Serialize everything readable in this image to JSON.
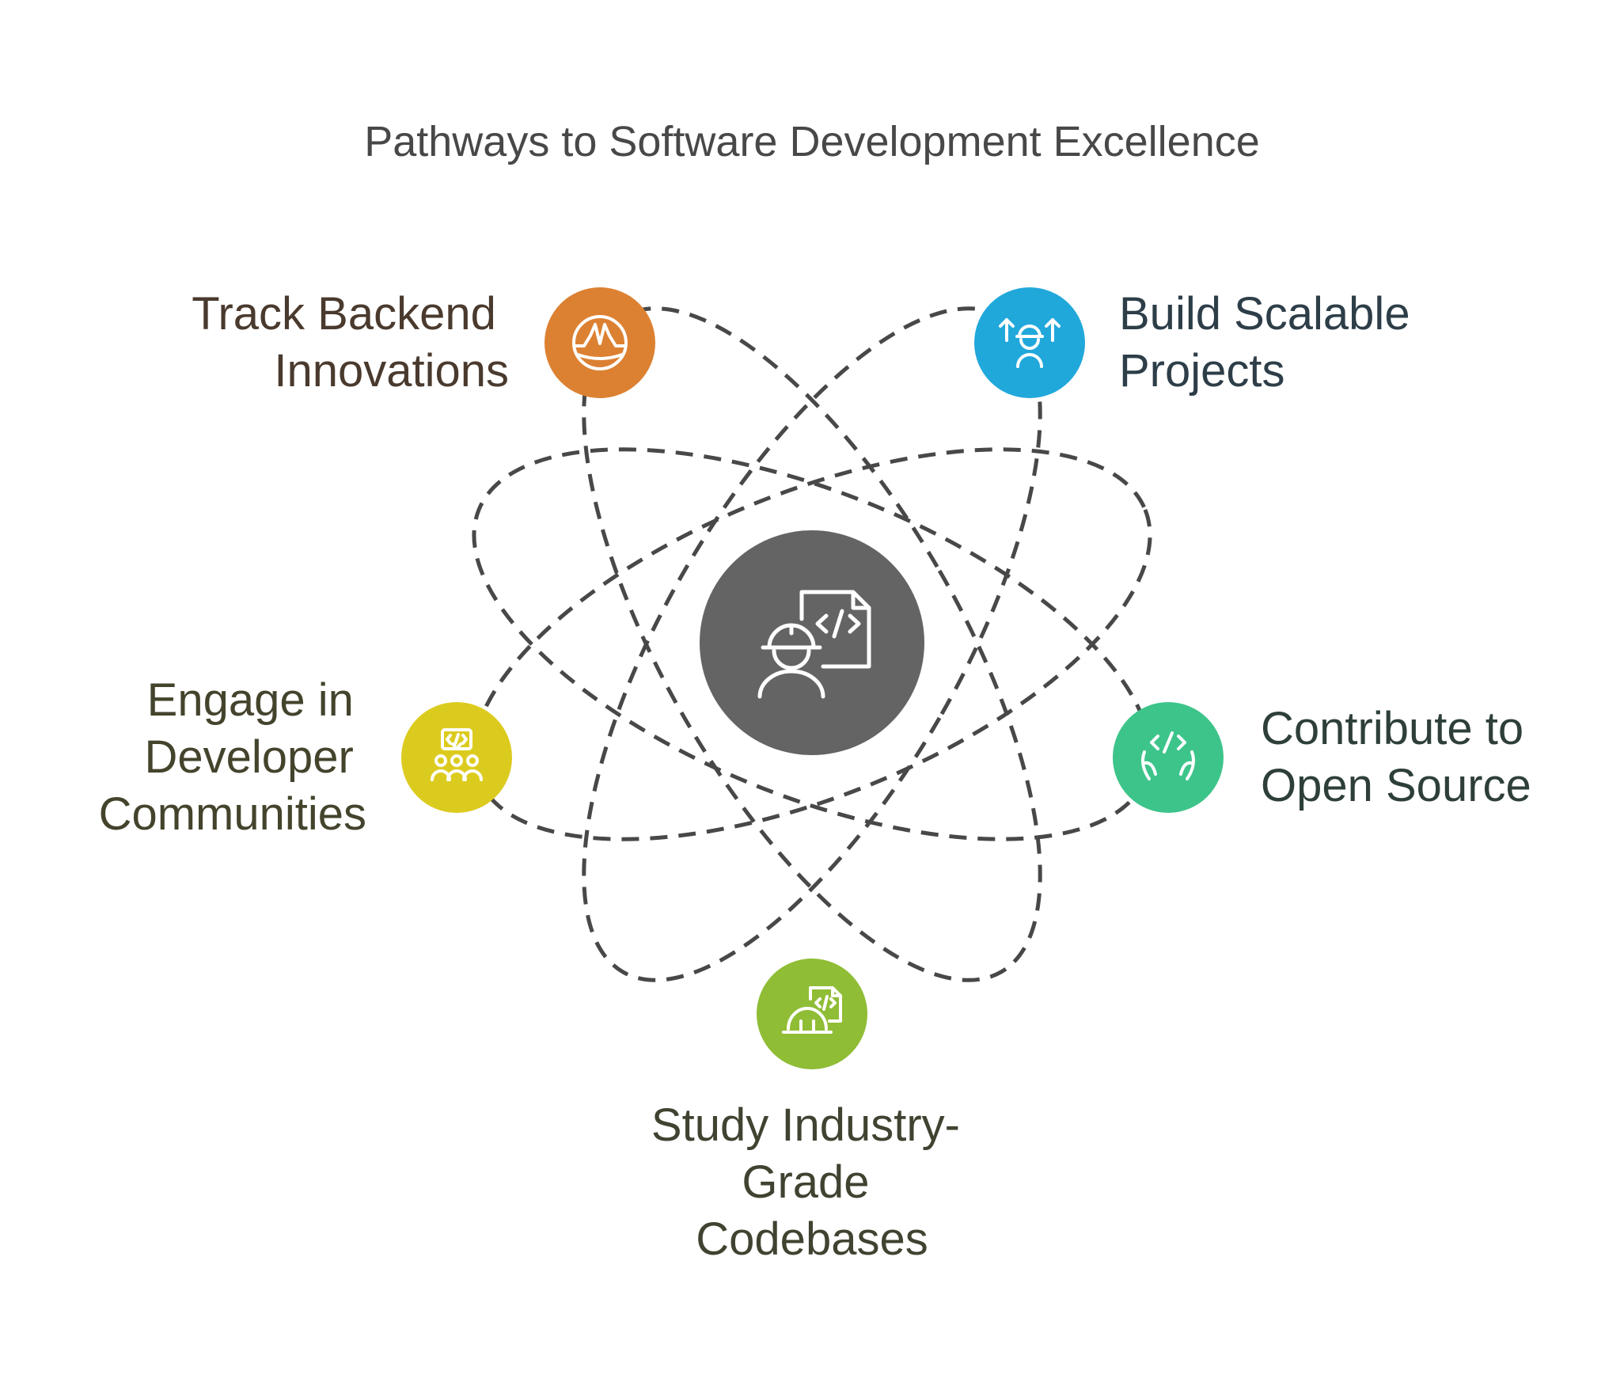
{
  "title": "Pathways to Software Development Excellence",
  "center": {
    "icon": "developer-code-icon",
    "color": "#646464"
  },
  "nodes": [
    {
      "id": "track-backend",
      "label_lines": [
        "Track Backend",
        "Innovations"
      ],
      "icon": "signal-wave-icon",
      "color": "#DC8132",
      "text_color": "#4A3A2E"
    },
    {
      "id": "build-scalable",
      "label_lines": [
        "Build Scalable",
        "Projects"
      ],
      "icon": "worker-scale-up-icon",
      "color": "#21A8DB",
      "text_color": "#2D3E48"
    },
    {
      "id": "engage-communities",
      "label_lines": [
        "Engage in",
        "Developer",
        "Communities"
      ],
      "icon": "community-code-icon",
      "color": "#DCCB1F",
      "text_color": "#44432C"
    },
    {
      "id": "contribute-open-source",
      "label_lines": [
        "Contribute to",
        "Open Source"
      ],
      "icon": "hands-code-icon",
      "color": "#3DC48A",
      "text_color": "#2E3F3A"
    },
    {
      "id": "study-codebases",
      "label_lines": [
        "Study Industry-",
        "Grade",
        "Codebases"
      ],
      "icon": "hardhat-code-icon",
      "color": "#8FBD35",
      "text_color": "#3F4330"
    }
  ]
}
